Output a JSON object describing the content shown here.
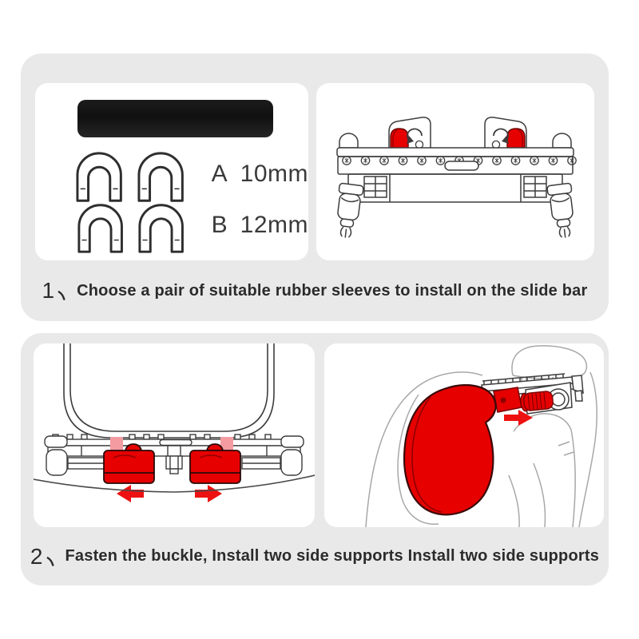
{
  "colors": {
    "page_bg": "#ffffff",
    "panel_bg": "#e9e9e9",
    "card_bg": "#ffffff",
    "slide_bar_black": "#141414",
    "part_red": "#e60000",
    "part_red_dark_outline": "#3a0a0a",
    "arrow_red": "#ee1111",
    "pink_tab": "#f49ba1",
    "line_dark": "#3d3d3d",
    "line_light": "#a8a8a8",
    "text": "#2b2b2b"
  },
  "steps": [
    {
      "number": "1",
      "enumerator": "、",
      "caption": "Choose a pair of suitable rubber sleeves to install on the slide bar",
      "parts": {
        "sleeve_options": [
          {
            "label": "A",
            "size": "10mm",
            "quantity_shown": 2
          },
          {
            "label": "B",
            "size": "12mm",
            "quantity_shown": 2
          }
        ]
      },
      "illustrations": [
        "slide-bar",
        "rubber-sleeves",
        "slide-bar-assembly-with-red-sleeves-installed"
      ]
    },
    {
      "number": "2",
      "enumerator": "、",
      "caption": "Fasten the buckle, Install two side supports Install two side supports",
      "illustrations": [
        "headrest-front-with-red-buckles-sliding-outward",
        "car-seat-side-with-red-side-support-installed"
      ]
    }
  ]
}
